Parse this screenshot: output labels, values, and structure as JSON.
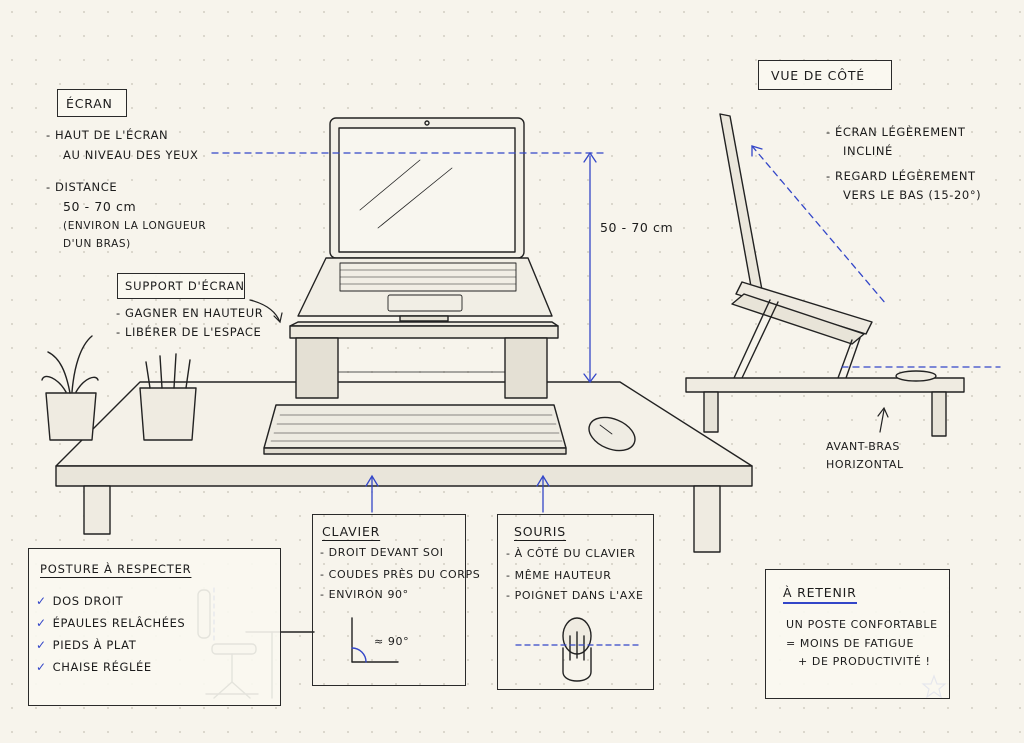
{
  "screen": {
    "title": "ÉCRAN",
    "items": [
      "- HAUT DE L'ÉCRAN",
      "AU NIVEAU DES YEUX",
      "- DISTANCE",
      "50 - 70 cm",
      "(ENVIRON LA LONGUEUR",
      "D'UN BRAS)"
    ]
  },
  "stand": {
    "title": "SUPPORT D'ÉCRAN",
    "items": [
      "- GAGNER EN HAUTEUR",
      "- LIBÉRER DE L'ESPACE"
    ]
  },
  "distance_label": "50 - 70 cm",
  "side_view": {
    "title": "VUE DE CÔTÉ",
    "items": [
      "- ÉCRAN LÉGÈREMENT",
      "INCLINÉ",
      "- REGARD LÉGÈREMENT",
      "VERS LE BAS (15-20°)"
    ],
    "forearm": [
      "AVANT-BRAS",
      "HORIZONTAL"
    ]
  },
  "posture": {
    "title": "POSTURE À RESPECTER",
    "items": [
      "DOS DROIT",
      "ÉPAULES RELÂCHÉES",
      "PIEDS À PLAT",
      "CHAISE RÉGLÉE"
    ]
  },
  "keyboard": {
    "title": "CLAVIER",
    "items": [
      "- DROIT DEVANT SOI",
      "- COUDES PRÈS DU CORPS",
      "- ENVIRON 90°"
    ],
    "angle": "≈ 90°"
  },
  "mouse": {
    "title": "SOURIS",
    "items": [
      "- À CÔTÉ DU CLAVIER",
      "- MÊME HAUTEUR",
      "- POIGNET DANS L'AXE"
    ]
  },
  "remember": {
    "title": "À RETENIR",
    "lines": [
      "UN POSTE CONFORTABLE",
      "= MOINS DE FATIGUE",
      "+ DE PRODUCTIVITÉ !"
    ]
  },
  "colors": {
    "accent": "#3346c8",
    "ink": "#1c1c1c",
    "paper": "#f7f4ec"
  }
}
